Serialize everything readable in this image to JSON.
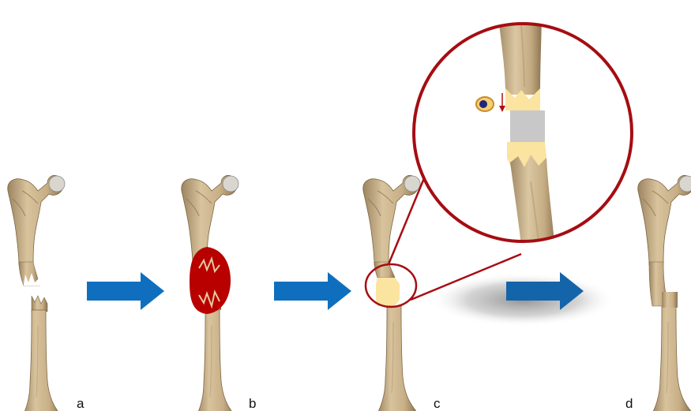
{
  "panels": [
    {
      "id": "a",
      "label": "a"
    },
    {
      "id": "b",
      "label": "b"
    },
    {
      "id": "c",
      "label": "c"
    },
    {
      "id": "d",
      "label": "d"
    }
  ],
  "colors": {
    "bone": "#cdb690",
    "bone_dark": "#8d7652",
    "hematoma": "#b80000",
    "callus": "#fbe3a0",
    "arrow": "#0f6fbe",
    "zoom_ring": "#a50d12",
    "gray_block": "#c8c8c8",
    "cell": "#22267a"
  },
  "icons": [
    "right-arrow-icon",
    "down-arrow-icon",
    "magnifier-circle-icon"
  ]
}
